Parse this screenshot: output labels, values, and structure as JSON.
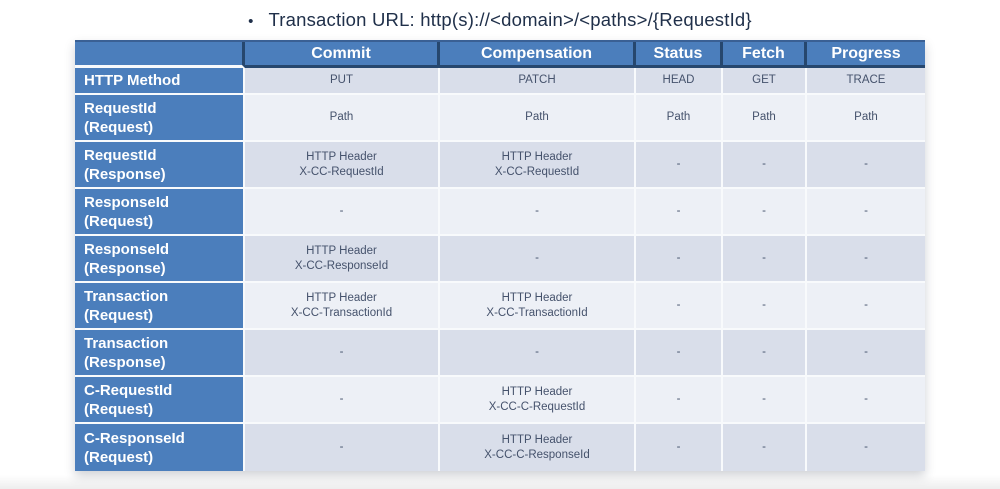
{
  "title": {
    "bullet": "•",
    "text": "Transaction URL: http(s)://<domain>/<paths>/{RequestId}"
  },
  "table": {
    "columns": [
      "",
      "Commit",
      "Compensation",
      "Status",
      "Fetch",
      "Progress"
    ],
    "rows": [
      {
        "label": "HTTP Method",
        "cells": [
          "PUT",
          "PATCH",
          "HEAD",
          "GET",
          "TRACE"
        ]
      },
      {
        "label": "RequestId\n(Request)",
        "cells": [
          "Path",
          "Path",
          "Path",
          "Path",
          "Path"
        ]
      },
      {
        "label": "RequestId\n(Response)",
        "cells": [
          "HTTP Header\nX-CC-RequestId",
          "HTTP Header\nX-CC-RequestId",
          "-",
          "-",
          "-"
        ]
      },
      {
        "label": "ResponseId\n(Request)",
        "cells": [
          "-",
          "-",
          "-",
          "-",
          "-"
        ]
      },
      {
        "label": "ResponseId\n(Response)",
        "cells": [
          "HTTP Header\nX-CC-ResponseId",
          "-",
          "-",
          "-",
          "-"
        ]
      },
      {
        "label": "Transaction\n(Request)",
        "cells": [
          "HTTP Header\nX-CC-TransactionId",
          "HTTP Header\nX-CC-TransactionId",
          "-",
          "-",
          "-"
        ]
      },
      {
        "label": "Transaction\n(Response)",
        "cells": [
          "-",
          "-",
          "-",
          "-",
          "-"
        ]
      },
      {
        "label": "C-RequestId\n(Request)",
        "cells": [
          "-",
          "HTTP Header\nX-CC-C-RequestId",
          "-",
          "-",
          "-"
        ]
      },
      {
        "label": "C-ResponseId\n(Request)",
        "cells": [
          "-",
          "HTTP Header\nX-CC-C-ResponseId",
          "-",
          "-",
          "-"
        ]
      }
    ]
  },
  "colors": {
    "accent": "#4b7ebc",
    "navy": "#26476e",
    "row_light": "#edf0f6",
    "row_dark": "#d9deea",
    "sep_light": "#f8fafc",
    "cell_text": "#45526c",
    "title_text": "#20304a"
  }
}
